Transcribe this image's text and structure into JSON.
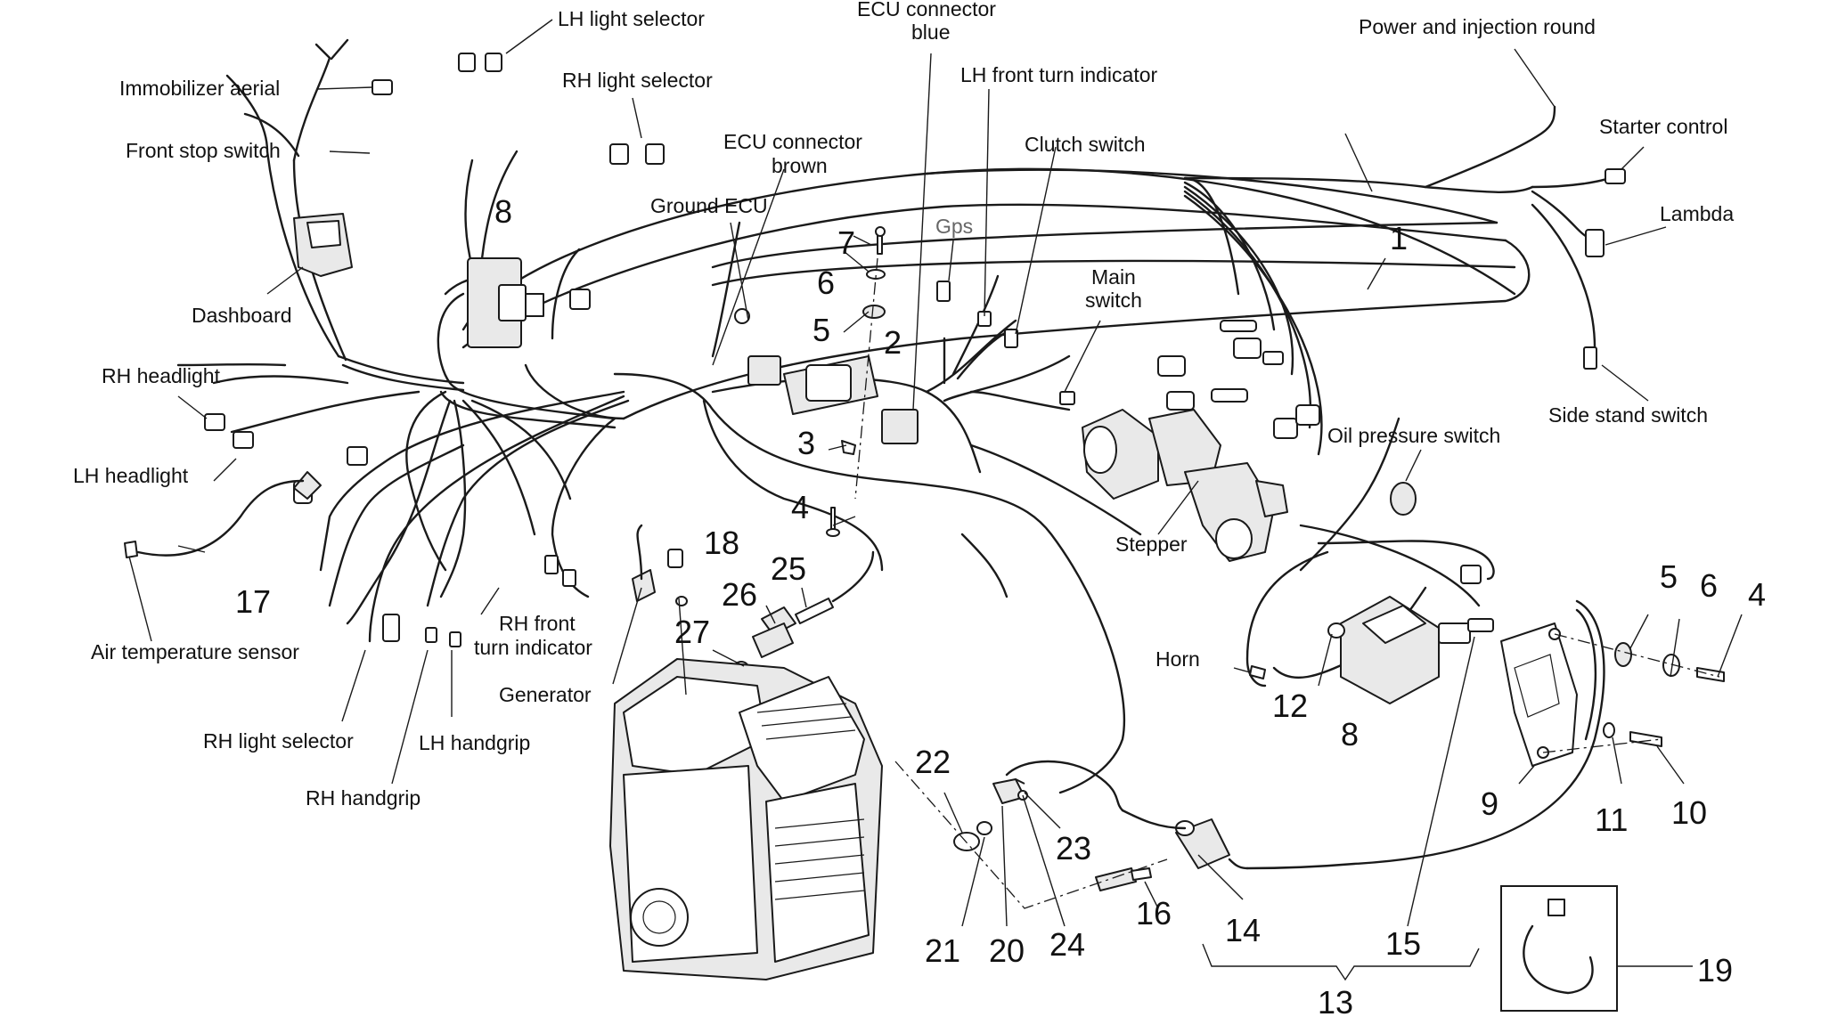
{
  "labels": {
    "lh_light_selector_top": "LH light selector",
    "immobilizer_aerial": "Immobilizer aerial",
    "front_stop_switch": "Front stop switch",
    "dashboard": "Dashboard",
    "rh_headlight": "RH headlight",
    "lh_headlight": "LH headlight",
    "air_temperature_sensor": "Air temperature sensor",
    "rh_light_selector_top": "RH light selector",
    "rh_light_selector_bottom": "RH light selector",
    "rh_handgrip": "RH handgrip",
    "lh_handgrip": "LH handgrip",
    "rh_front_turn_indicator_line1": "RH front",
    "rh_front_turn_indicator_line2": "turn indicator",
    "generator": "Generator",
    "ecu_connector_brown_line1": "ECU connector",
    "ecu_connector_brown_line2": "brown",
    "ground_ecu": "Ground ECU",
    "ecu_connector_blue_line1": "ECU connector",
    "ecu_connector_blue_line2": "blue",
    "gps": "Gps",
    "lh_front_turn_indicator": "LH front turn indicator",
    "clutch_switch": "Clutch switch",
    "main_switch_line1": "Main",
    "main_switch_line2": "switch",
    "stepper": "Stepper",
    "power_and_injection_round": "Power and injection round",
    "starter_control": "Starter control",
    "lambda": "Lambda",
    "side_stand_switch": "Side stand switch",
    "oil_pressure_switch": "Oil pressure switch",
    "horn": "Horn"
  },
  "numbers": {
    "n1": "1",
    "n2": "2",
    "n3": "3",
    "n4a": "4",
    "n4b": "4",
    "n5a": "5",
    "n5b": "5",
    "n6a": "6",
    "n6b": "6",
    "n7": "7",
    "n8a": "8",
    "n8b": "8",
    "n9": "9",
    "n10": "10",
    "n11": "11",
    "n12": "12",
    "n13": "13",
    "n14": "14",
    "n15": "15",
    "n16": "16",
    "n17": "17",
    "n18": "18",
    "n19": "19",
    "n20": "20",
    "n21": "21",
    "n22": "22",
    "n23": "23",
    "n24": "24",
    "n25": "25",
    "n26": "26",
    "n27": "27"
  }
}
